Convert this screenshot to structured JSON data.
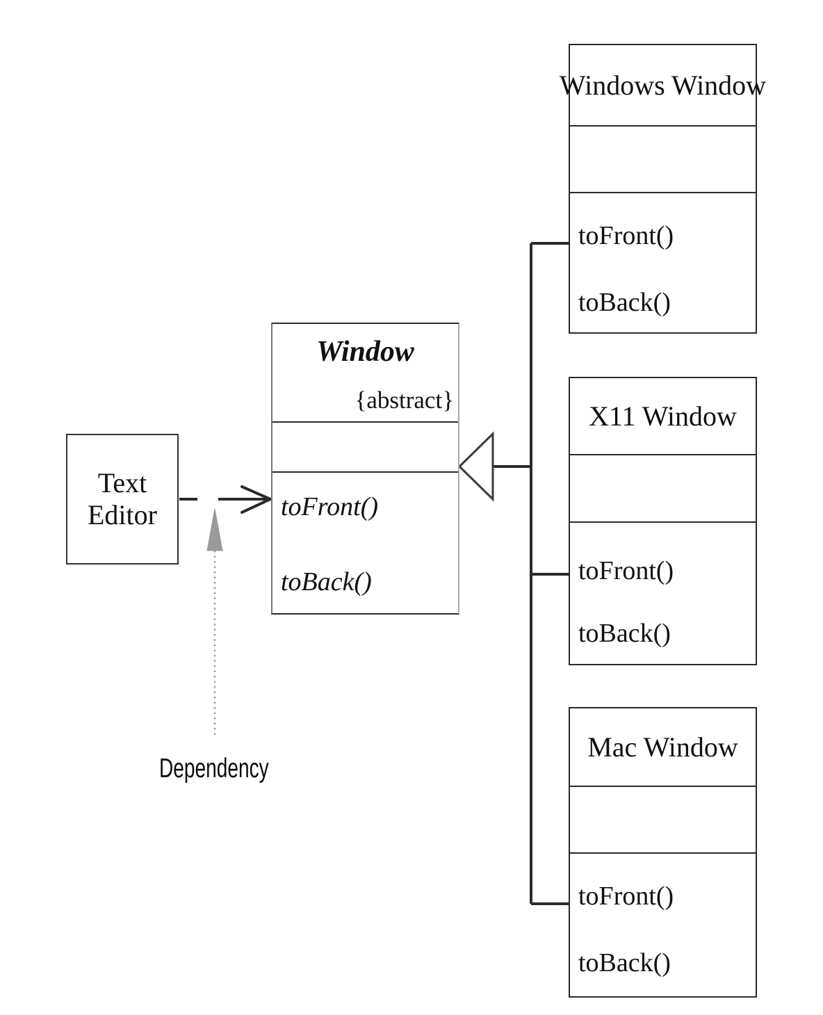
{
  "colors": {
    "line": "#2a2a2a",
    "gray_accent": "#9a9a9a",
    "background": "#ffffff"
  },
  "classes": {
    "window": {
      "name": "Window",
      "stereotype": "{abstract}",
      "methods": [
        "toFront()",
        "toBack()"
      ]
    },
    "windows_window": {
      "name": "Windows Window",
      "methods": [
        "toFront()",
        "toBack()"
      ]
    },
    "x11_window": {
      "name": "X11 Window",
      "methods": [
        "toFront()",
        "toBack()"
      ]
    },
    "mac_window": {
      "name": "Mac Window",
      "methods": [
        "toFront()",
        "toBack()"
      ]
    },
    "text_editor": {
      "name_line1": "Text",
      "name_line2": "Editor"
    }
  },
  "labels": {
    "dependency": "Dependency"
  },
  "relationships": [
    {
      "type": "dependency",
      "from": "Text Editor",
      "to": "Window",
      "label": "Dependency"
    },
    {
      "type": "generalization",
      "from": "Windows Window",
      "to": "Window"
    },
    {
      "type": "generalization",
      "from": "X11 Window",
      "to": "Window"
    },
    {
      "type": "generalization",
      "from": "Mac Window",
      "to": "Window"
    }
  ]
}
